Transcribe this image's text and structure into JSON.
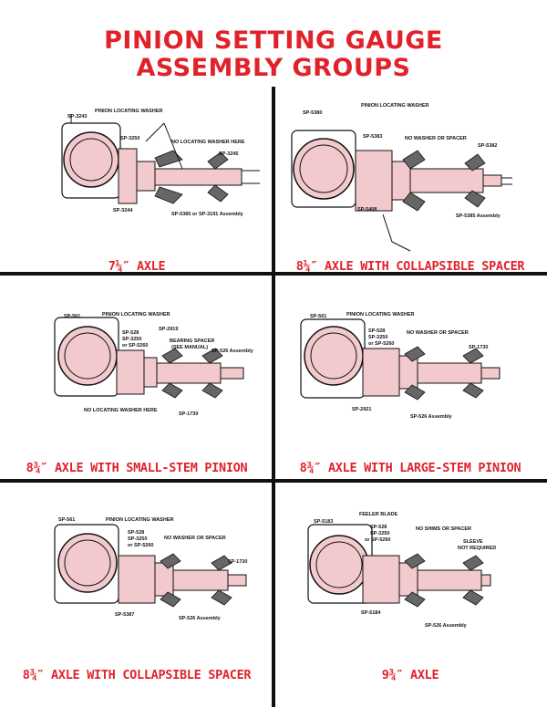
{
  "title": {
    "line1": "PINION SETTING GAUGE",
    "line2": "ASSEMBLY GROUPS"
  },
  "colors": {
    "accent": "#e0232b",
    "pink": "#f2c9cc",
    "ink": "#111111"
  },
  "panels": [
    {
      "caption": "7¼″ AXLE",
      "labels": [
        "SP-3243",
        "PINION LOCATING WASHER",
        "SP-3250",
        "NO LOCATING WASHER HERE",
        "SP-3245",
        "SP-3244",
        "SP-5385 or SP-3191 Assembly"
      ]
    },
    {
      "caption": "8¼″ AXLE WITH COLLAPSIBLE SPACER",
      "labels": [
        "SP-5380",
        "PINION LOCATING WASHER",
        "SP-5383",
        "NO WASHER OR SPACER",
        "SP-5382",
        "SP-5408",
        "SP-5385 Assembly"
      ]
    },
    {
      "caption": "8¾″ AXLE WITH SMALL-STEM PINION",
      "labels": [
        "SP-561",
        "PINION LOCATING WASHER",
        "SP-528",
        "SP-3250",
        "or SP-5260",
        "SP-2919",
        "BEARING SPACER",
        "(SEE MANUAL)",
        "SP-526 Assembly",
        "NO LOCATING WASHER HERE",
        "SP-1730"
      ]
    },
    {
      "caption": "8¾″ AXLE WITH LARGE-STEM PINION",
      "labels": [
        "SP-561",
        "PINION LOCATING WASHER",
        "SP-528",
        "SP-3250",
        "or SP-5260",
        "NO WASHER OR SPACER",
        "SP-1730",
        "SP-2921",
        "SP-526 Assembly"
      ]
    },
    {
      "caption": "8¾″ AXLE WITH COLLAPSIBLE SPACER",
      "labels": [
        "SP-561",
        "PINION LOCATING WASHER",
        "SP-528",
        "SP-3250",
        "or SP-5260",
        "NO WASHER OR SPACER",
        "SP-1730",
        "SP-5387",
        "SP-526 Assembly"
      ]
    },
    {
      "caption": "9¾″ AXLE",
      "labels": [
        "SP-5183",
        "FEELER BLADE",
        "SP-528",
        "SP-3250",
        "or SP-5260",
        "NO SHIMS OR SPACER",
        "SLEEVE",
        "NOT REQUIRED",
        "SP-5184",
        "SP-526 Assembly"
      ]
    }
  ]
}
